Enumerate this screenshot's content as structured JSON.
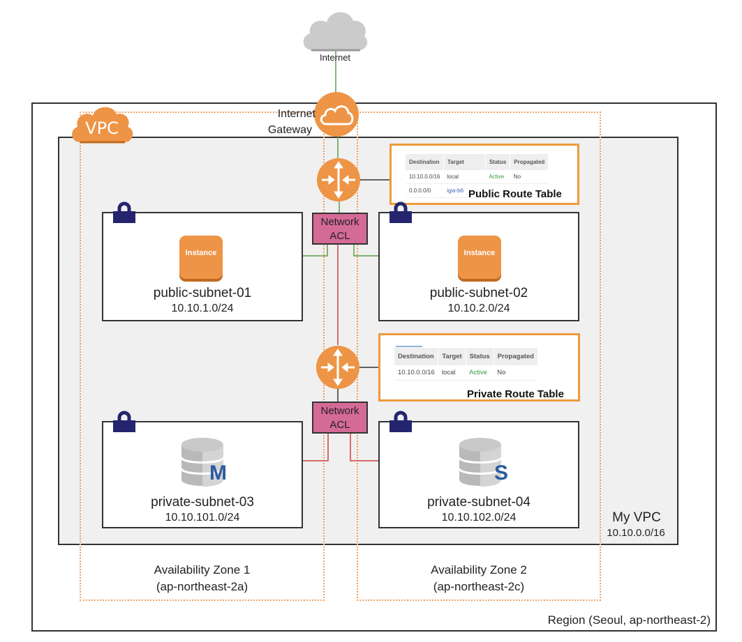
{
  "internet": {
    "label": "Internet",
    "icon": "cloud-icon"
  },
  "internet_gateway": {
    "label_line1": "Internet",
    "label_line2": "Gateway",
    "icon": "internet-gateway-icon"
  },
  "vpc_badge": {
    "label": "VPC"
  },
  "vpc": {
    "name": "My VPC",
    "cidr": "10.10.0.0/16"
  },
  "region": {
    "label": "Region (Seoul, ap-northeast-2)"
  },
  "availability_zones": [
    {
      "name": "Availability Zone 1",
      "id": "(ap-northeast-2a)"
    },
    {
      "name": "Availability Zone 2",
      "id": "(ap-northeast-2c)"
    }
  ],
  "network_acl": {
    "line1": "Network",
    "line2": "ACL"
  },
  "subnets": [
    {
      "name": "public-subnet-01",
      "cidr": "10.10.1.0/24",
      "resource": "Instance"
    },
    {
      "name": "public-subnet-02",
      "cidr": "10.10.2.0/24",
      "resource": "Instance"
    },
    {
      "name": "private-subnet-03",
      "cidr": "10.10.101.0/24",
      "resource": "M"
    },
    {
      "name": "private-subnet-04",
      "cidr": "10.10.102.0/24",
      "resource": "S"
    }
  ],
  "public_route_table": {
    "title": "Public Route Table",
    "headers": [
      "Destination",
      "Target",
      "Status",
      "Propagated"
    ],
    "rows": [
      [
        "10.10.0.0/16",
        "local",
        "Active",
        "No"
      ],
      [
        "0.0.0.0/0",
        "igw-b6",
        "",
        ""
      ]
    ]
  },
  "private_route_table": {
    "title": "Private Route Table",
    "headers": [
      "Destination",
      "Target",
      "Status",
      "Propagated"
    ],
    "rows": [
      [
        "10.10.0.0/16",
        "local",
        "Active",
        "No"
      ]
    ]
  },
  "colors": {
    "aws_orange": "#ee9446",
    "acl_pink": "#d46a96",
    "lock_navy": "#24256e",
    "public_link": "#5a9e4a",
    "private_link": "#d04040",
    "az_border": "#f0a060"
  }
}
